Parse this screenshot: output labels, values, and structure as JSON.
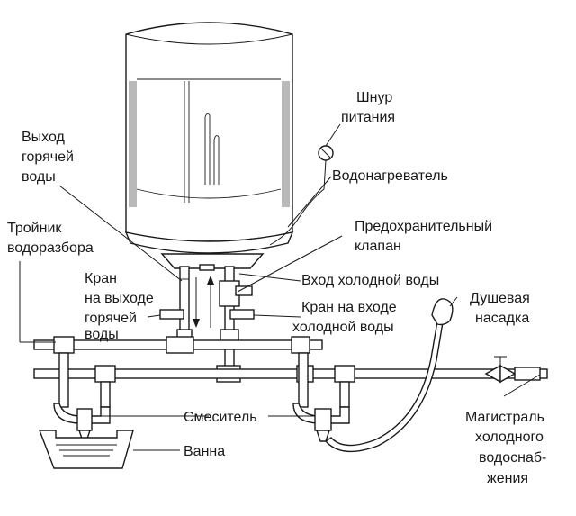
{
  "labels": {
    "power_cord": [
      "Шнур",
      "питания"
    ],
    "hot_outlet": [
      "Выход",
      "горячей",
      "воды"
    ],
    "heater": "Водонагреватель",
    "tee": [
      "Тройник",
      "водоразбора"
    ],
    "safety_valve": [
      "Предохранительный",
      "клапан"
    ],
    "hot_tap": [
      "Кран",
      "на выходе",
      "горячей",
      "воды"
    ],
    "cold_inlet": "Вход холодной воды",
    "cold_tap": [
      "Кран на входе",
      "холодной воды"
    ],
    "shower": [
      "Душевая",
      "насадка"
    ],
    "mixer": "Смеситель",
    "bath": "Ванна",
    "main": [
      "Магистраль",
      "холодного",
      "водоснаб-",
      "жения"
    ]
  },
  "colors": {
    "ink": "#1a1a1a",
    "shade": "#b9b9b9",
    "background": "#ffffff"
  }
}
